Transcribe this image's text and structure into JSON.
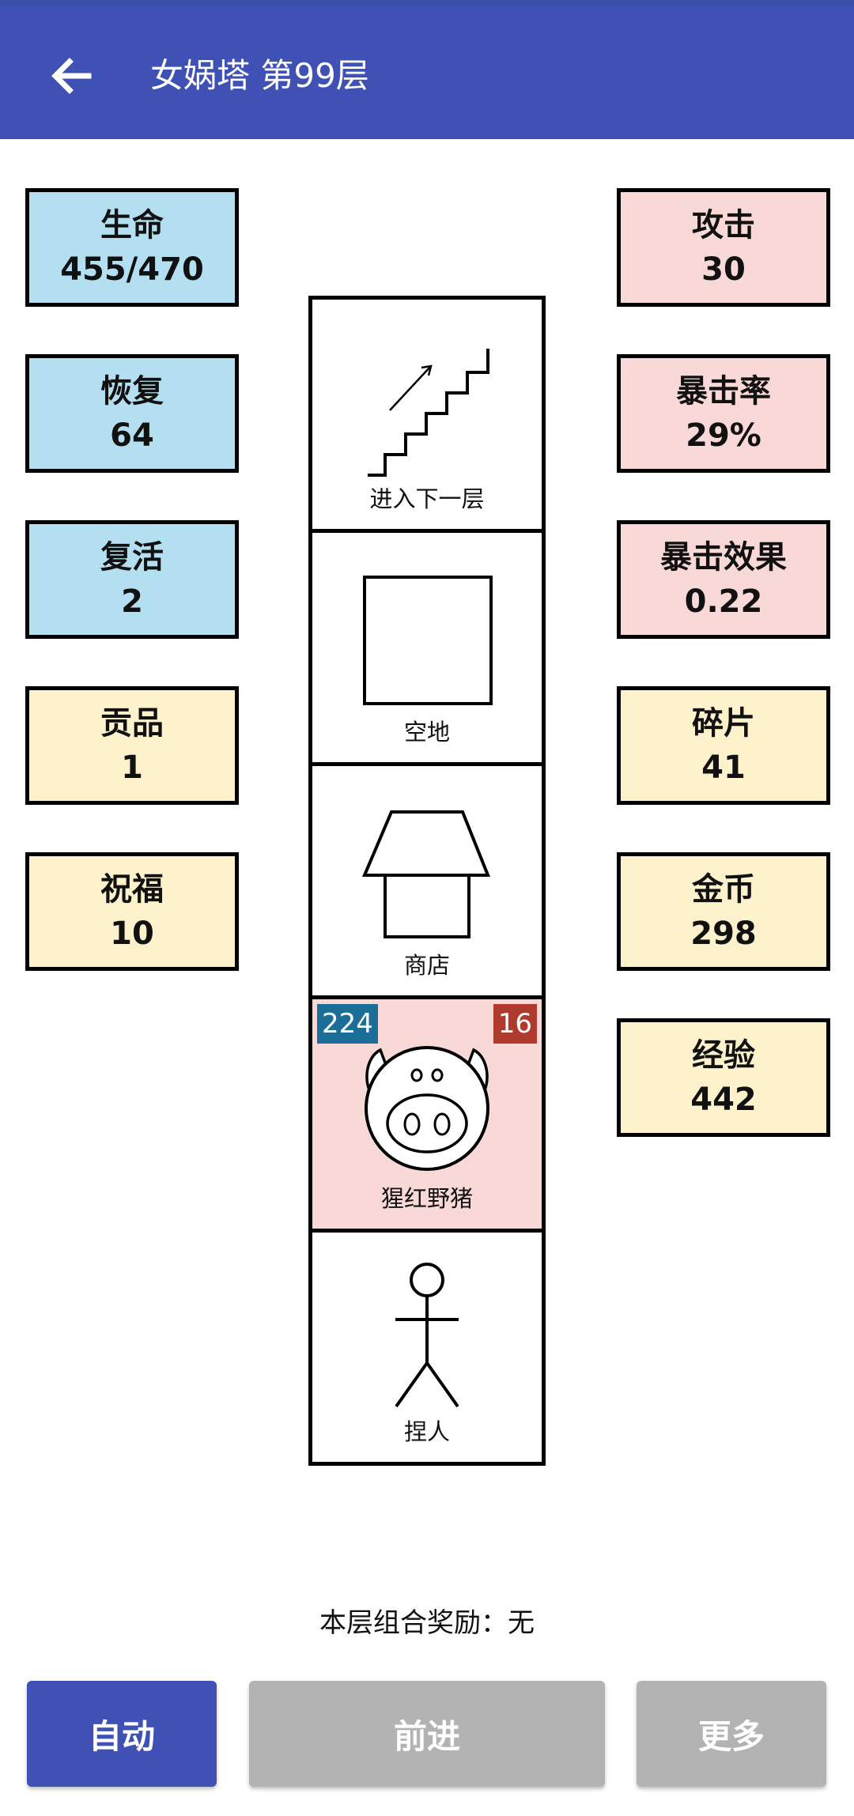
{
  "header": {
    "title": "女娲塔 第99层",
    "back_icon": "arrow-left-icon"
  },
  "stats_left": [
    {
      "label": "生命",
      "value": "455/470",
      "color": "#b3dff0"
    },
    {
      "label": "恢复",
      "value": "64",
      "color": "#b3dff0"
    },
    {
      "label": "复活",
      "value": "2",
      "color": "#b3dff0"
    },
    {
      "label": "贡品",
      "value": "1",
      "color": "#fdf2cc"
    },
    {
      "label": "祝福",
      "value": "10",
      "color": "#fdf2cc"
    }
  ],
  "stats_right": [
    {
      "label": "攻击",
      "value": "30",
      "color": "#f9d9d7"
    },
    {
      "label": "暴击率",
      "value": "29%",
      "color": "#f9d9d7"
    },
    {
      "label": "暴击效果",
      "value": "0.22",
      "color": "#f9d9d7"
    },
    {
      "label": "碎片",
      "value": "41",
      "color": "#fdf2cc"
    },
    {
      "label": "金币",
      "value": "298",
      "color": "#fdf2cc"
    },
    {
      "label": "经验",
      "value": "442",
      "color": "#fdf2cc"
    }
  ],
  "tower": {
    "cells": [
      {
        "label": "进入下一层",
        "icon": "stairs-icon"
      },
      {
        "label": "空地",
        "icon": "empty-square-icon"
      },
      {
        "label": "商店",
        "icon": "shop-house-icon"
      },
      {
        "label": "猩红野猪",
        "icon": "boar-face-icon",
        "hp": "224",
        "atk": "16",
        "highlight": "#f9d9d7"
      },
      {
        "label": "捏人",
        "icon": "stick-figure-icon"
      }
    ]
  },
  "bonus_text": "本层组合奖励：无",
  "buttons": {
    "auto": "自动",
    "forward": "前进",
    "more": "更多"
  },
  "colors": {
    "app_bar": "#3f51b5",
    "disabled": "#b3b3b3"
  }
}
